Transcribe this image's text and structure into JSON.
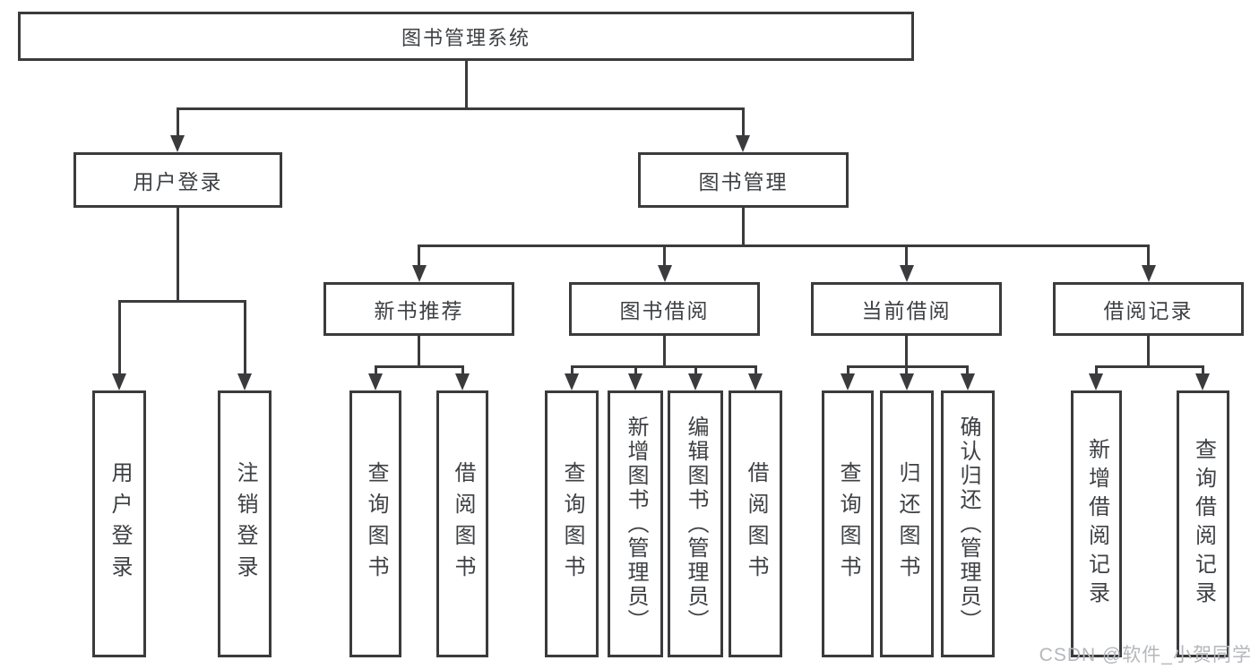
{
  "tree": {
    "root": {
      "label": "图书管理系统",
      "children": [
        {
          "label": "用户登录",
          "children": [
            {
              "label": "用户登录"
            },
            {
              "label": "注销登录"
            }
          ]
        },
        {
          "label": "图书管理",
          "children": [
            {
              "label": "新书推荐",
              "children": [
                {
                  "label": "查询图书"
                },
                {
                  "label": "借阅图书"
                }
              ]
            },
            {
              "label": "图书借阅",
              "children": [
                {
                  "label": "查询图书"
                },
                {
                  "label": "新增图书（管理员）"
                },
                {
                  "label": "编辑图书（管理员）"
                },
                {
                  "label": "借阅图书"
                }
              ]
            },
            {
              "label": "当前借阅",
              "children": [
                {
                  "label": "查询图书"
                },
                {
                  "label": "归还图书"
                },
                {
                  "label": "确认归还（管理员）"
                }
              ]
            },
            {
              "label": "借阅记录",
              "children": [
                {
                  "label": "新增借阅记录"
                },
                {
                  "label": "查询借阅记录"
                }
              ]
            }
          ]
        }
      ]
    }
  },
  "watermark": {
    "text": "CSDN @软件_小贺同学"
  },
  "colors": {
    "line": "#3b3b3d",
    "text": "#3e4043",
    "watermark": "#b4b7bb",
    "background": "#ffffff"
  }
}
